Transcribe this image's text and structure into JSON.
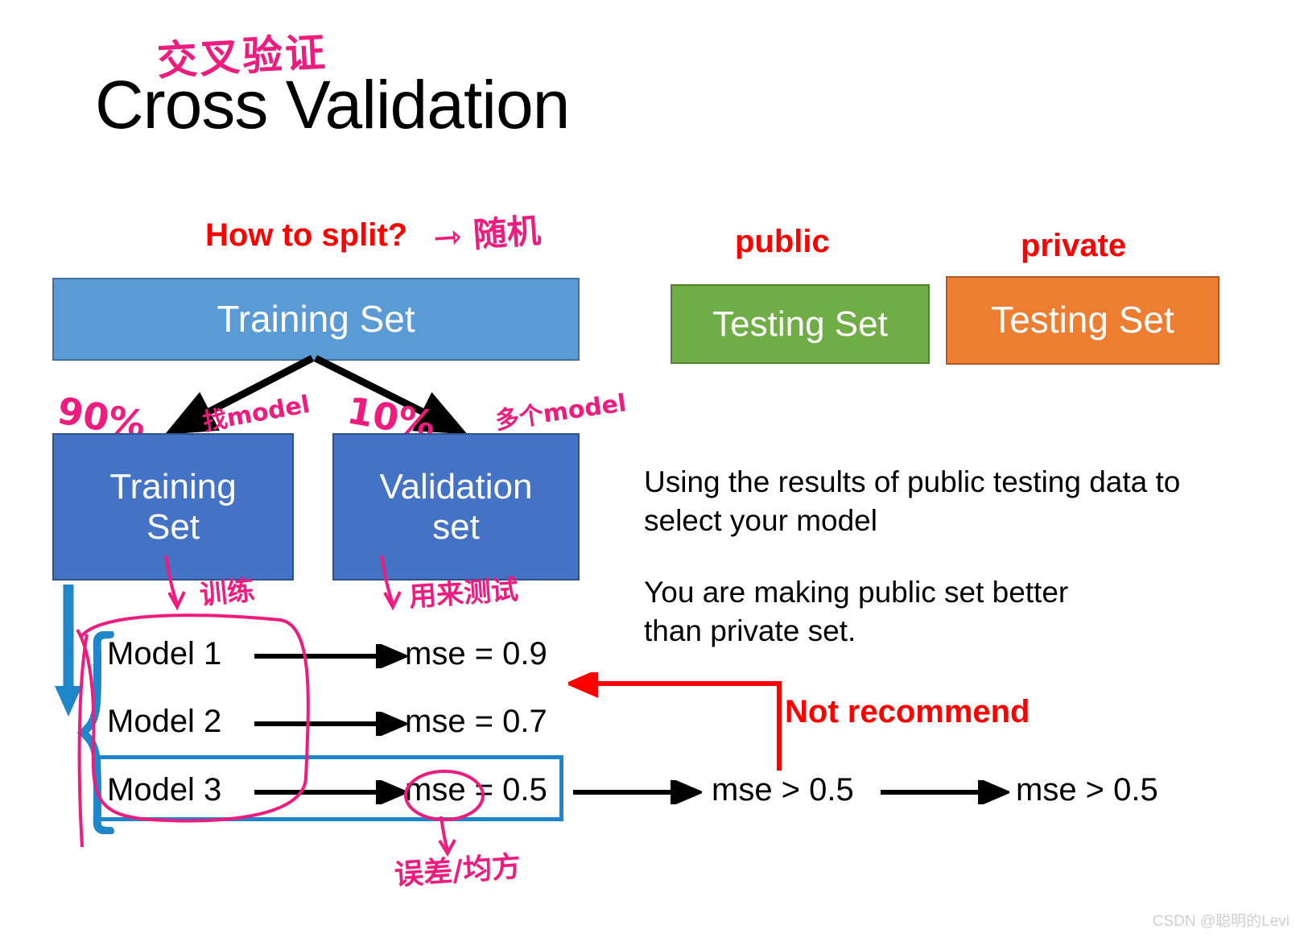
{
  "slide": {
    "title": "Cross Validation",
    "watermark": "CSDN @聪明的Levi"
  },
  "annotations": {
    "title_cn": "交叉验证",
    "split_arrow_cn": "⇾ 随机",
    "percent_train": "90%",
    "percent_valid": "10%",
    "find_model": "找model",
    "multi_model": "多个model",
    "train_note": "训练",
    "valid_note": "用来测试",
    "mse_note": "误差/均方"
  },
  "labels": {
    "how_to_split": "How to split?",
    "public": "public",
    "private": "private",
    "training_set": "Training Set",
    "testing_set_public": "Testing Set",
    "testing_set_private": "Testing Set",
    "sub_training_line1": "Training",
    "sub_training_line2": "Set",
    "sub_validation_line1": "Validation",
    "sub_validation_line2": "set",
    "not_recommend": "Not recommend"
  },
  "body": {
    "paragraph_1": "Using the results of public testing data to select your model",
    "paragraph_2": "You are making public set better than private set."
  },
  "models": [
    {
      "name": "Model 1",
      "result": "mse = 0.9"
    },
    {
      "name": "Model 2",
      "result": "mse = 0.7"
    },
    {
      "name": "Model 3",
      "result": "mse = 0.5"
    }
  ],
  "outcomes": {
    "public_result": "mse > 0.5",
    "private_result": "mse > 0.5"
  },
  "colors": {
    "training_set": "#5b9bd5",
    "sub_box": "#4472c4",
    "public_testing": "#70ad47",
    "private_testing": "#ed7d31",
    "marker_red": "#ff0000",
    "ink_pink": "#ee1c7f",
    "highlight_blue": "#1f87c9"
  }
}
